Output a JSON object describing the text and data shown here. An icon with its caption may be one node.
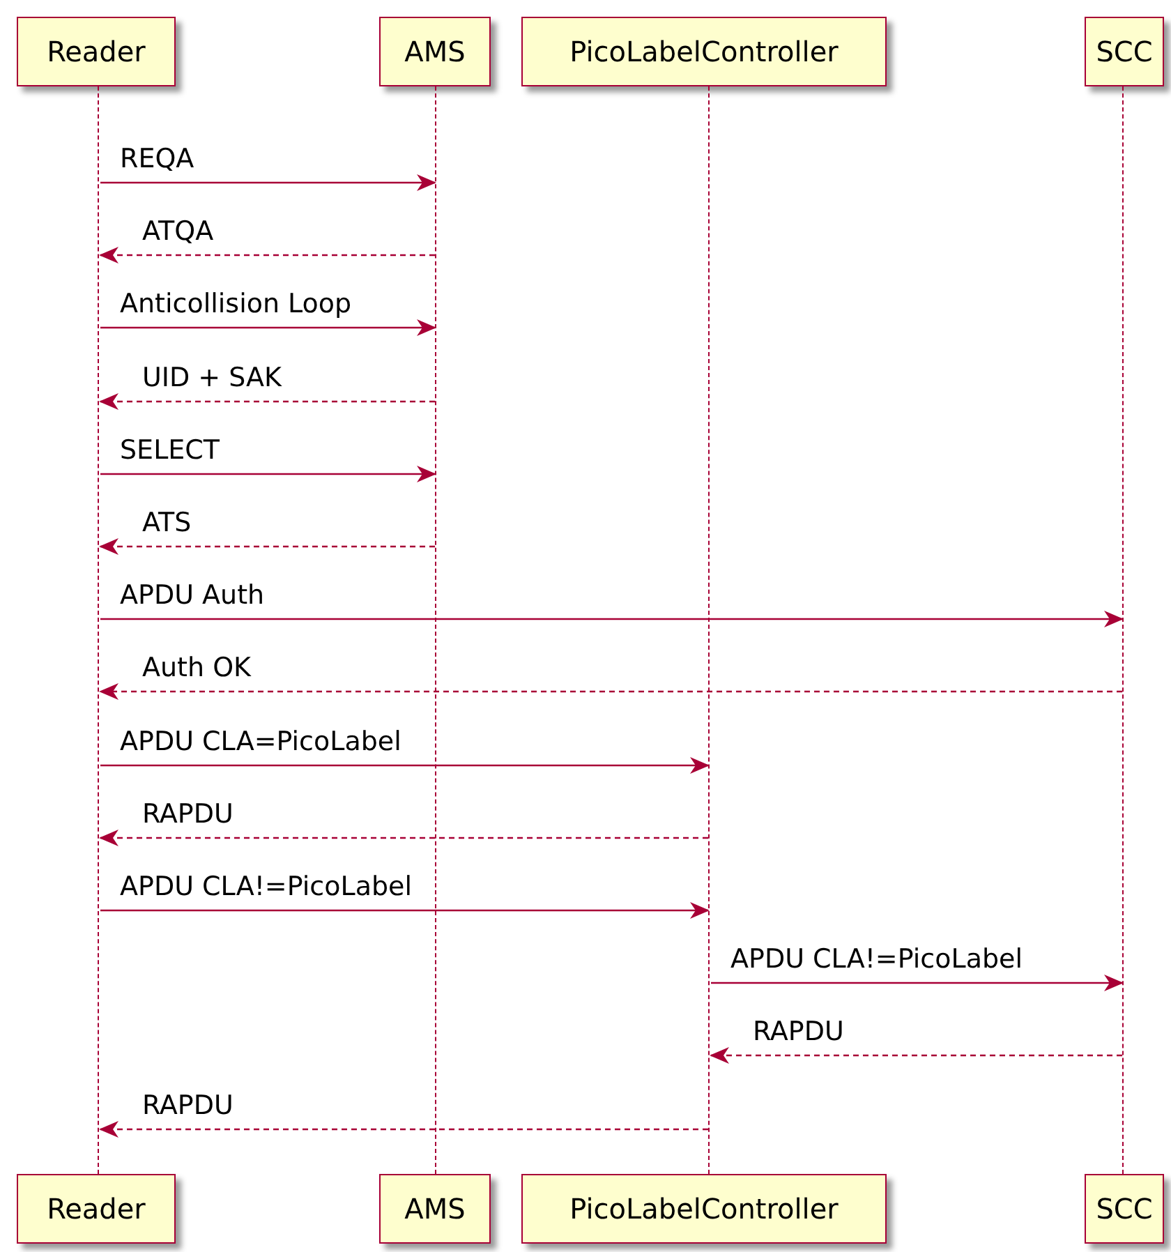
{
  "diagram": {
    "nodes": [
      {
        "text": [
          "Reader"
        ]
      },
      {
        "text": [
          "AMS"
        ]
      },
      {
        "text": [
          "PicoLabelController"
        ]
      },
      {
        "text": [
          "SCC"
        ]
      },
      {
        "text": [
          "Reader"
        ]
      },
      {
        "text": [
          "AMS"
        ]
      },
      {
        "text": [
          "PicoLabelController"
        ]
      },
      {
        "text": [
          "SCC"
        ]
      },
      {
        "text": [],
        "shape": "line"
      },
      {
        "text": [],
        "shape": "line"
      },
      {
        "text": [],
        "shape": "line"
      },
      {
        "text": [],
        "shape": "line"
      }
    ],
    "edges": [
      {
        "from": 8,
        "to": 9,
        "arrow": "to",
        "label": "REQA"
      },
      {
        "from": 9,
        "to": 8,
        "arrow": "to",
        "label": "ATQA",
        "style": "dashed"
      },
      {
        "from": 8,
        "to": 9,
        "arrow": "to",
        "label": "Anticollision Loop"
      },
      {
        "from": 9,
        "to": 8,
        "arrow": "to",
        "label": "UID + SAK",
        "style": "dashed"
      },
      {
        "from": 8,
        "to": 9,
        "arrow": "to",
        "label": "SELECT"
      },
      {
        "from": 9,
        "to": 8,
        "arrow": "to",
        "label": "ATS",
        "style": "dashed"
      },
      {
        "from": 8,
        "to": 11,
        "arrow": "to",
        "label": "APDU Auth"
      },
      {
        "from": 11,
        "to": 8,
        "arrow": "to",
        "label": "Auth OK",
        "style": "dashed"
      },
      {
        "from": 8,
        "to": 10,
        "arrow": "to",
        "label": "APDU CLA=PicoLabel"
      },
      {
        "from": 10,
        "to": 8,
        "arrow": "to",
        "label": "RAPDU",
        "style": "dashed"
      },
      {
        "from": 8,
        "to": 10,
        "arrow": "to",
        "label": "APDU CLA!=PicoLabel"
      },
      {
        "from": 10,
        "to": 11,
        "arrow": "to",
        "label": "APDU CLA!=PicoLabel"
      },
      {
        "from": 11,
        "to": 10,
        "arrow": "to",
        "label": "RAPDU",
        "style": "dashed"
      },
      {
        "from": 10,
        "to": 8,
        "arrow": "to",
        "label": "RAPDU",
        "style": "dashed"
      }
    ]
  }
}
